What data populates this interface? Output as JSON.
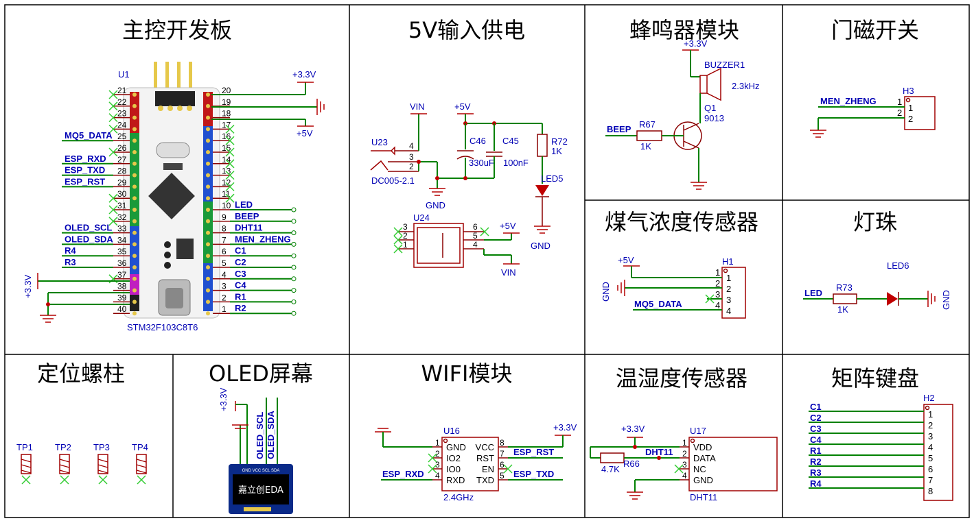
{
  "sections": {
    "main_board": "主控开发板",
    "power": "5V输入供电",
    "buzzer": "蜂鸣器模块",
    "door": "门磁开关",
    "gas": "煤气浓度传感器",
    "lamp": "灯珠",
    "standoff": "定位螺柱",
    "oled": "OLED屏幕",
    "wifi": "WIFI模块",
    "temp": "温湿度传感器",
    "keypad": "矩阵键盘"
  },
  "mcu": {
    "ref": "U1",
    "value": "STM32F103C8T6",
    "left_pins": [
      "21",
      "22",
      "23",
      "24",
      "25",
      "26",
      "27",
      "28",
      "29",
      "30",
      "31",
      "32",
      "33",
      "34",
      "35",
      "36",
      "37",
      "38",
      "39",
      "40"
    ],
    "right_pins": [
      "20",
      "19",
      "18",
      "17",
      "16",
      "15",
      "14",
      "13",
      "12",
      "11",
      "10",
      "9",
      "8",
      "7",
      "6",
      "5",
      "4",
      "3",
      "2",
      "1"
    ],
    "left_nets": {
      "25": "MQ5_DATA",
      "27": "ESP_RXD",
      "28": "ESP_TXD",
      "29": "ESP_RST",
      "33": "OLED_SCL",
      "34": "OLED_SDA",
      "35": "R4",
      "36": "R3"
    },
    "right_nets": [
      "LED",
      "BEEP",
      "DHT11",
      "MEN_ZHENG",
      "C1",
      "C2",
      "C3",
      "C4",
      "R1",
      "R2"
    ],
    "pwr_3v3": "+3.3V",
    "pwr_5v": "+5V",
    "pwr_left_3v3": "+3.3V"
  },
  "power": {
    "u23": "U23",
    "u23_value": "DC005-2.1",
    "u23_pins": [
      "4",
      "3",
      "2"
    ],
    "vin": "VIN",
    "p5v": "+5V",
    "gnd": "GND",
    "c46": "C46",
    "c46_value": "330uF",
    "c45": "C45",
    "c45_value": "100nF",
    "r72": "R72",
    "r72_value": "1K",
    "led5": "LED5",
    "gnd2": "GND",
    "u24": "U24",
    "u24_pins_left": [
      "3",
      "2",
      "1"
    ],
    "u24_pins_right": [
      "6",
      "5",
      "4"
    ],
    "p5v2": "+5V",
    "vin2": "VIN"
  },
  "buzzer": {
    "p3v3": "+3.3V",
    "ref": "BUZZER1",
    "freq": "2.3kHz",
    "q": "Q1",
    "q_value": "9013",
    "r": "R67",
    "r_value": "1K",
    "net": "BEEP"
  },
  "door": {
    "ref": "H3",
    "net": "MEN_ZHENG",
    "pins": [
      "1",
      "2"
    ]
  },
  "gas": {
    "ref": "H1",
    "p5v": "+5V",
    "gnd": "GND",
    "net": "MQ5_DATA",
    "pins": [
      "1",
      "2",
      "3",
      "4"
    ]
  },
  "lamp": {
    "ref": "LED6",
    "r": "R73",
    "r_value": "1K",
    "net": "LED",
    "gnd": "GND"
  },
  "standoffs": [
    "TP1",
    "TP2",
    "TP3",
    "TP4"
  ],
  "oled": {
    "p3v3": "+3.3V",
    "scl": "OLED_SCL",
    "sda": "OLED_SDA",
    "header": "GND VCC SCL SDA",
    "logo": "嘉立创EDA"
  },
  "wifi": {
    "ref": "U16",
    "freq": "2.4GHz",
    "p3v3": "+3.3V",
    "left_pins": [
      "1",
      "2",
      "3",
      "4"
    ],
    "left_names": [
      "GND",
      "IO2",
      "IO0",
      "RXD"
    ],
    "right_pins": [
      "8",
      "7",
      "6",
      "5"
    ],
    "right_names": [
      "VCC",
      "RST",
      "EN",
      "TXD"
    ],
    "rst": "ESP_RST",
    "rxd": "ESP_RXD",
    "txd": "ESP_TXD"
  },
  "temp": {
    "ref": "U17",
    "value": "DHT11",
    "p3v3": "+3.3V",
    "net": "DHT11",
    "r": "R66",
    "r_value": "4.7K",
    "pins": [
      "1",
      "2",
      "3",
      "4"
    ],
    "names": [
      "VDD",
      "DATA",
      "NC",
      "GND"
    ]
  },
  "keypad": {
    "ref": "H2",
    "nets": [
      "C1",
      "C2",
      "C3",
      "C4",
      "R1",
      "R2",
      "R3",
      "R4"
    ],
    "pins": [
      "1",
      "2",
      "3",
      "4",
      "5",
      "6",
      "7",
      "8"
    ]
  }
}
